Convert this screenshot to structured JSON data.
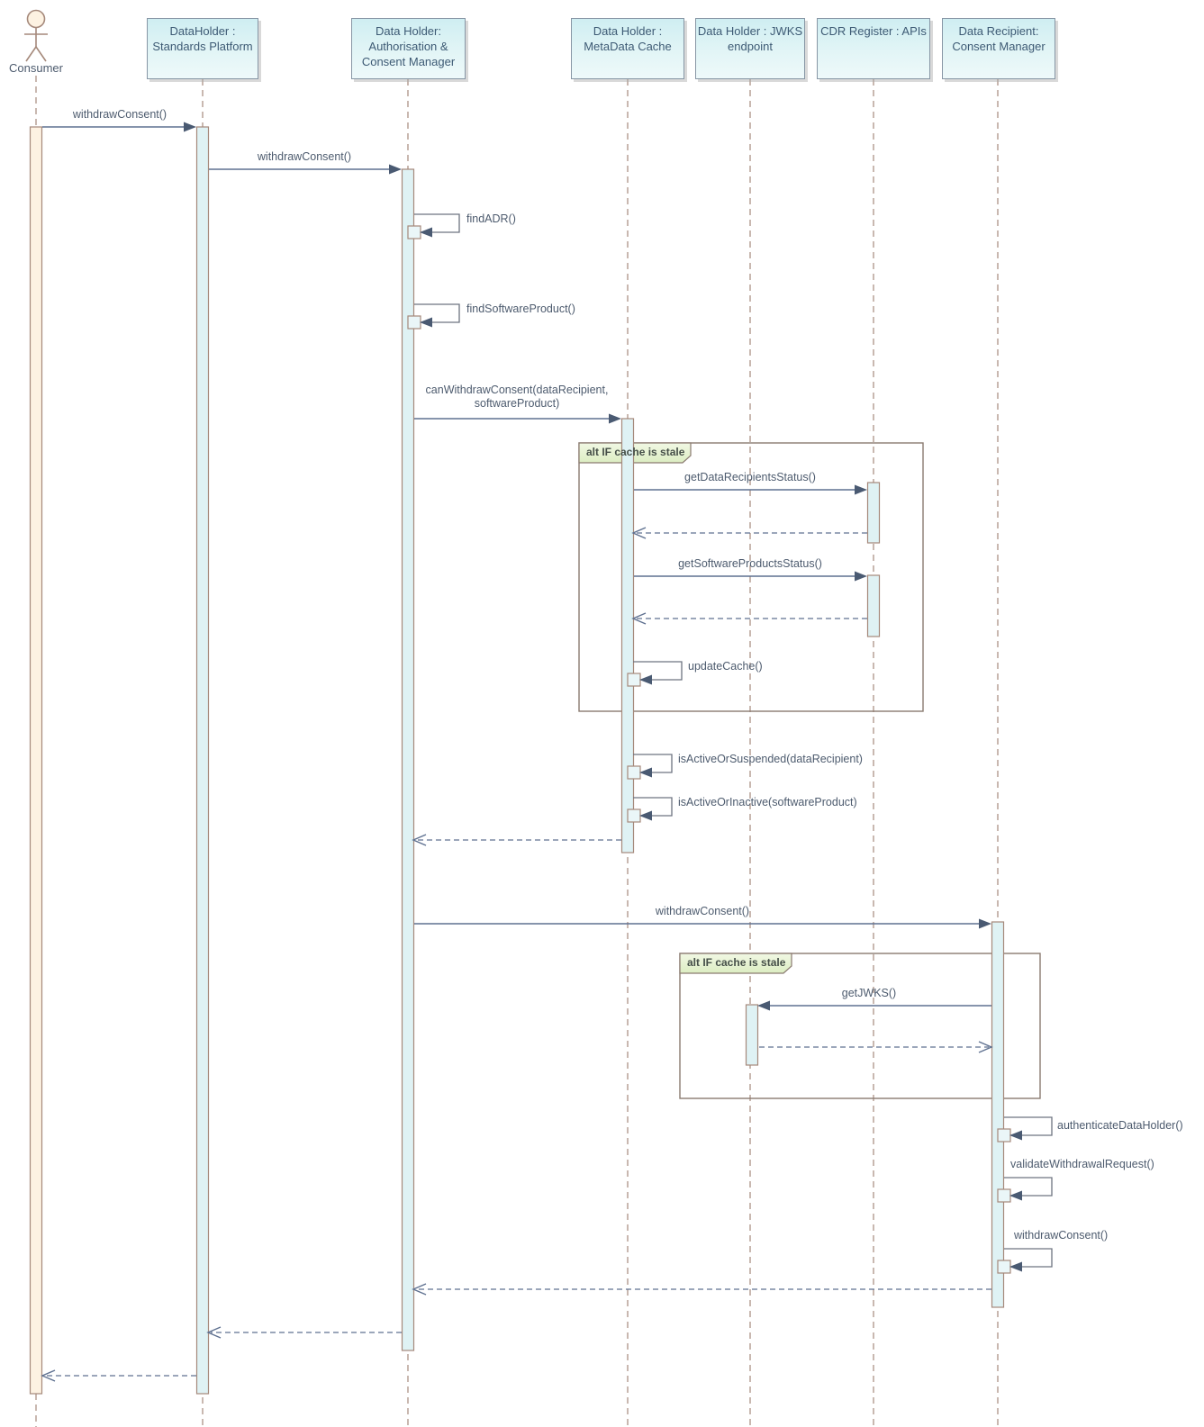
{
  "diagram_type": "uml-sequence",
  "participants": [
    {
      "id": "consumer",
      "kind": "actor",
      "label": "Consumer"
    },
    {
      "id": "standards-platform",
      "kind": "object",
      "label": "DataHolder :\nStandards Platform"
    },
    {
      "id": "auth-consent-manager",
      "kind": "object",
      "label": "Data Holder:\nAuthorisation &\nConsent Manager"
    },
    {
      "id": "metadata-cache",
      "kind": "object",
      "label": "Data Holder :\nMetaData Cache"
    },
    {
      "id": "jwks-endpoint",
      "kind": "object",
      "label": "Data Holder : JWKS\nendpoint"
    },
    {
      "id": "cdr-register",
      "kind": "object",
      "label": "CDR Register : APIs"
    },
    {
      "id": "consent-manager",
      "kind": "object",
      "label": "Data Recipient:\nConsent Manager"
    }
  ],
  "fragments": [
    {
      "operator": "alt",
      "condition": "IF cache is stale",
      "label": "alt IF cache is stale"
    },
    {
      "operator": "alt",
      "condition": "IF cache is stale",
      "label": "alt IF cache is stale"
    }
  ],
  "messages": [
    {
      "label": "withdrawConsent()",
      "type": "sync",
      "from": "consumer",
      "to": "standards-platform"
    },
    {
      "label": "withdrawConsent()",
      "type": "sync",
      "from": "standards-platform",
      "to": "auth-consent-manager"
    },
    {
      "label": "findADR()",
      "type": "self",
      "from": "auth-consent-manager",
      "to": "auth-consent-manager"
    },
    {
      "label": "findSoftwareProduct()",
      "type": "self",
      "from": "auth-consent-manager",
      "to": "auth-consent-manager"
    },
    {
      "label": "canWithdrawConsent(dataRecipient,\nsoftwareProduct)",
      "type": "sync",
      "from": "auth-consent-manager",
      "to": "metadata-cache"
    },
    {
      "label": "getDataRecipientsStatus()",
      "type": "sync",
      "from": "metadata-cache",
      "to": "cdr-register"
    },
    {
      "label": "getSoftwareProductsStatus()",
      "type": "sync",
      "from": "metadata-cache",
      "to": "cdr-register"
    },
    {
      "label": "updateCache()",
      "type": "self",
      "from": "metadata-cache",
      "to": "metadata-cache"
    },
    {
      "label": "isActiveOrSuspended(dataRecipient)",
      "type": "self",
      "from": "metadata-cache",
      "to": "metadata-cache"
    },
    {
      "label": "isActiveOrInactive(softwareProduct)",
      "type": "self",
      "from": "metadata-cache",
      "to": "metadata-cache"
    },
    {
      "label": "withdrawConsent()",
      "type": "sync",
      "from": "auth-consent-manager",
      "to": "consent-manager"
    },
    {
      "label": "getJWKS()",
      "type": "sync",
      "from": "consent-manager",
      "to": "jwks-endpoint"
    },
    {
      "label": "authenticateDataHolder()",
      "type": "self",
      "from": "consent-manager",
      "to": "consent-manager"
    },
    {
      "label": "validateWithdrawalRequest()",
      "type": "self",
      "from": "consent-manager",
      "to": "consent-manager"
    },
    {
      "label": "withdrawConsent()",
      "type": "self",
      "from": "consent-manager",
      "to": "consent-manager"
    }
  ],
  "colors": {
    "object_box_fill_top": "#cfeef2",
    "object_box_fill_bottom": "#eef9fa",
    "object_box_border": "#8796a5",
    "object_text": "#3d5a74",
    "activation_fill": "#dff2f4",
    "activation_border": "#a5897b",
    "actor_activation_fill": "#fdf2e2",
    "lifeline_dash": "#a5897b",
    "message_line": "#5f7190",
    "arrowhead_fill": "#4a5a72",
    "self_loop_line": "#6d7380",
    "fragment_border": "#8a7a70",
    "fragment_label_fill": "#e7f3d4",
    "label_text": "#4d5b6e"
  }
}
